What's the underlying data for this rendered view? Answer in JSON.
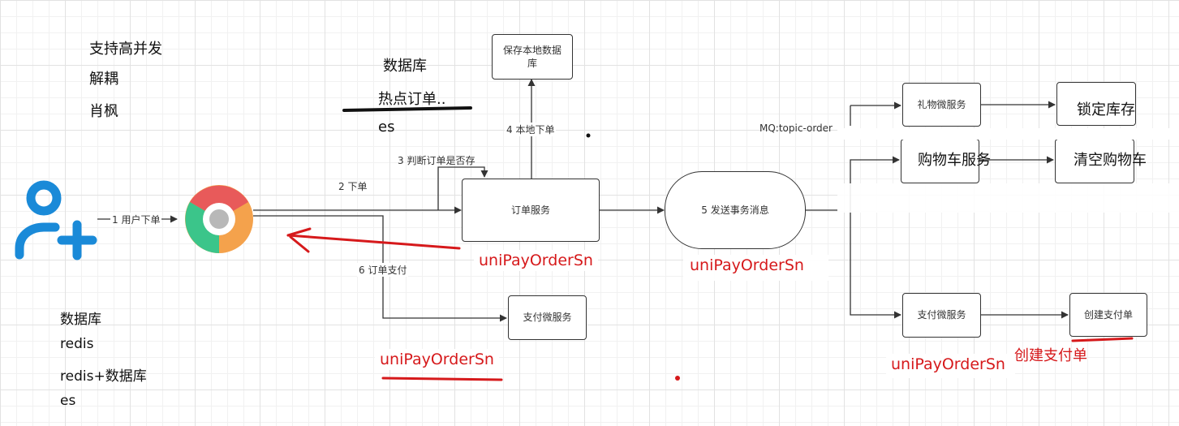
{
  "notes_top_left": [
    "支持高并发",
    "解耦",
    "肖枫"
  ],
  "notes_db_top": {
    "title": "数据库",
    "item1": "热点订单..",
    "item2": "es"
  },
  "notes_bottom_left": [
    "数据库",
    "redis",
    "redis+数据库",
    "es"
  ],
  "boxes": {
    "save_db": "保存本地数据库",
    "order_service": "订单服务",
    "send_tx_msg": "5 发送事务消息",
    "pay_service_left": "支付微服务",
    "gift_service": "礼物微服务",
    "lock_stock": "锁定库存",
    "cart_service": "购物车服务",
    "clear_cart": "清空购物车",
    "pay_service_right": "支付微服务",
    "create_pay_order": "创建支付单"
  },
  "edge_labels": {
    "user_order": "1 用户下单",
    "place_order": "2 下单",
    "check_exists": "3 判断订单是否存",
    "local_order": "4 本地下单",
    "order_pay": "6 订单支付",
    "mq_topic": "MQ:topic-order"
  },
  "red_labels": {
    "under_order": "uniPayOrderSn",
    "under_msg": "uniPayOrderSn",
    "bottom_mid": "uniPayOrderSn",
    "bottom_right": "uniPayOrderSn",
    "create_pay": "创建支付单"
  },
  "colors": {
    "user_icon": "#1a8ad8",
    "browser_red": "#e85a5a",
    "browser_green": "#3bc58a",
    "browser_orange": "#f4a24c",
    "browser_center": "#b8b8b8",
    "annotation_red": "#d6191b",
    "line": "#333333"
  },
  "icons": {
    "user": "add-user-icon",
    "browser": "chrome-browser-icon"
  }
}
